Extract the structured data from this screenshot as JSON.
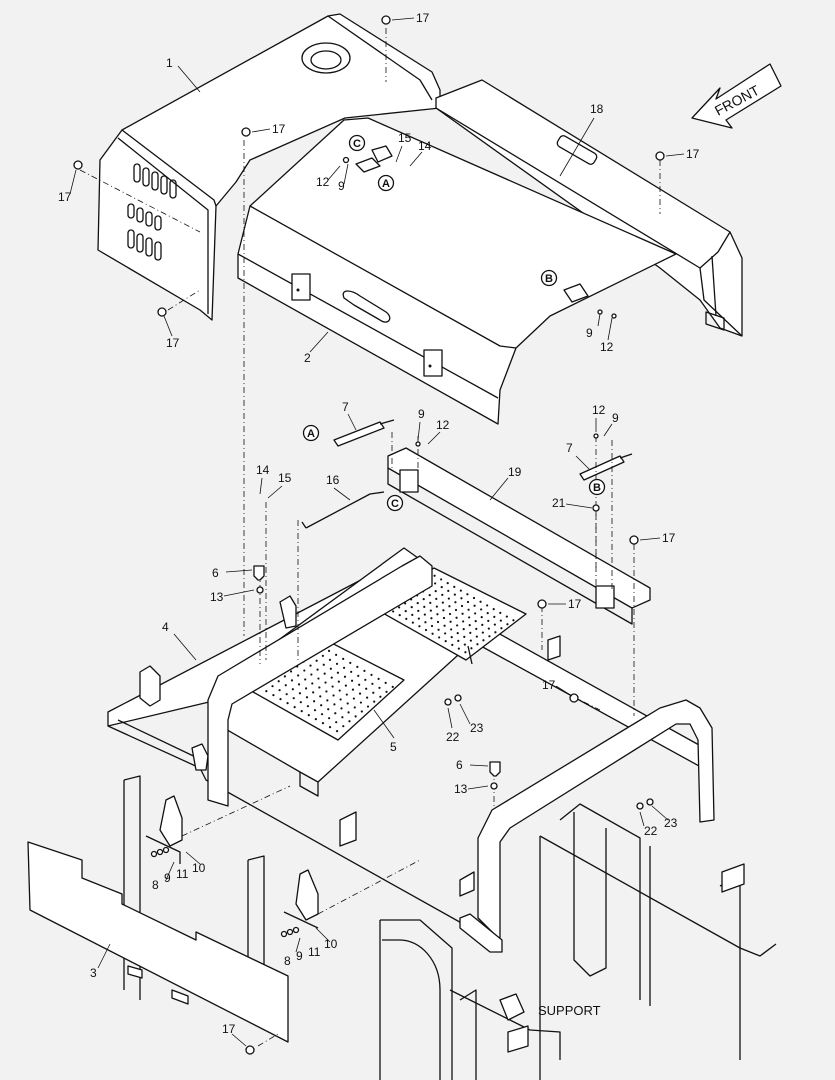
{
  "front_label": "FRONT",
  "support_label": "SUPPORT",
  "part_numbers": [
    "17",
    "1",
    "17",
    "17",
    "15",
    "14",
    "12",
    "9",
    "18",
    "17",
    "2",
    "17",
    "9",
    "12",
    "7",
    "9",
    "12",
    "12",
    "9",
    "7",
    "14",
    "15",
    "16",
    "19",
    "21",
    "17",
    "6",
    "13",
    "4",
    "17",
    "5",
    "17",
    "23",
    "22",
    "6",
    "13",
    "22",
    "23",
    "8",
    "9",
    "11",
    "10",
    "8",
    "9",
    "11",
    "10",
    "3",
    "17"
  ],
  "detail_letters": [
    "C",
    "A",
    "B",
    "A",
    "B",
    "C"
  ]
}
